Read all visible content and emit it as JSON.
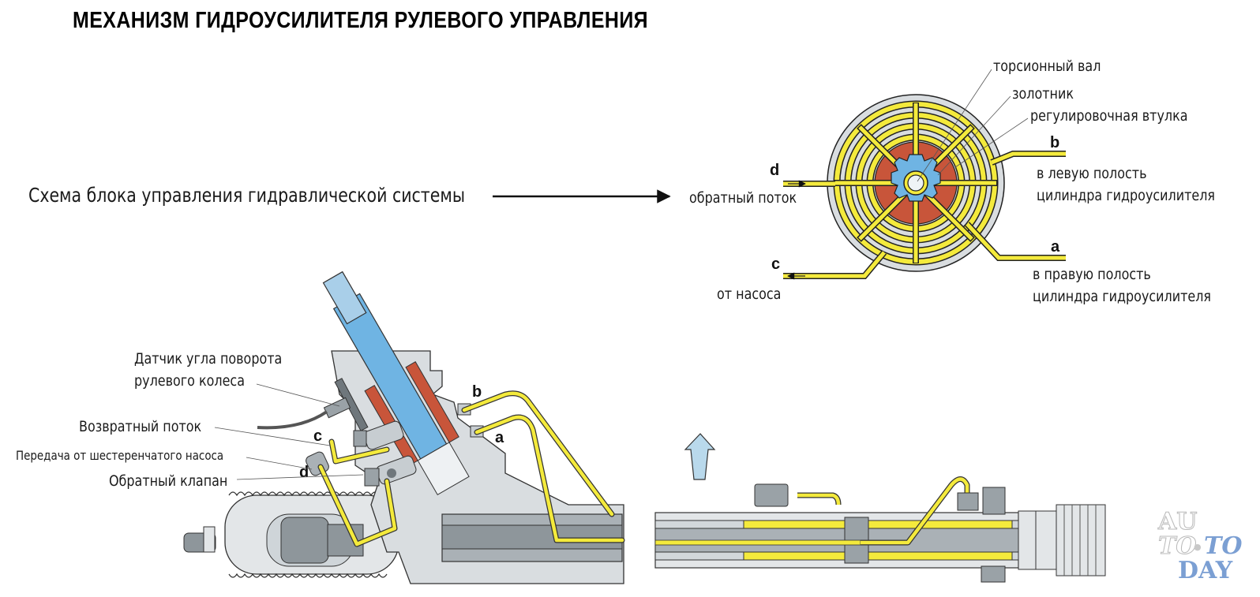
{
  "title": "МЕХАНИЗМ ГИДРОУСИЛИТЕЛЯ РУЛЕВОГО УПРАВЛЕНИЯ",
  "schema_caption": "Схема блока управления гидравлической системы",
  "valve_diagram": {
    "labels": {
      "torsion_shaft": "торсионный вал",
      "spool": "золотник",
      "control_sleeve": "регулировочная втулка"
    },
    "ports": {
      "d": {
        "letter": "d",
        "desc": "обратный поток"
      },
      "c": {
        "letter": "c",
        "desc": "от насоса"
      },
      "b": {
        "letter": "b",
        "desc_line1": "в левую полость",
        "desc_line2": "цилиндра гидроусилителя"
      },
      "a": {
        "letter": "a",
        "desc_line1": "в правую полость",
        "desc_line2": "цилиндра гидроусилителя"
      }
    }
  },
  "rack_diagram": {
    "labels": {
      "sensor_line1": "Датчик угла поворота",
      "sensor_line2": "рулевого колеса",
      "return_flow": "Возвратный поток",
      "pump_transfer": "Передача от шестеренчатого насоса",
      "check_valve": "Обратный клапан"
    },
    "port_letters": {
      "b": "b",
      "a": "a",
      "c": "c",
      "d": "d"
    }
  },
  "colors": {
    "fluid_yellow": "#f4ea3c",
    "housing_gray": "#d9dde0",
    "shaft_blue": "#6fb4e3",
    "sleeve_red": "#c8553a",
    "arrow_blue": "#b9d9ec",
    "logo_blue": "#7b9fd3"
  },
  "watermark": {
    "line1": "AU",
    "line2a": "TO",
    "line2b": "TO",
    "line3": "DAY"
  }
}
